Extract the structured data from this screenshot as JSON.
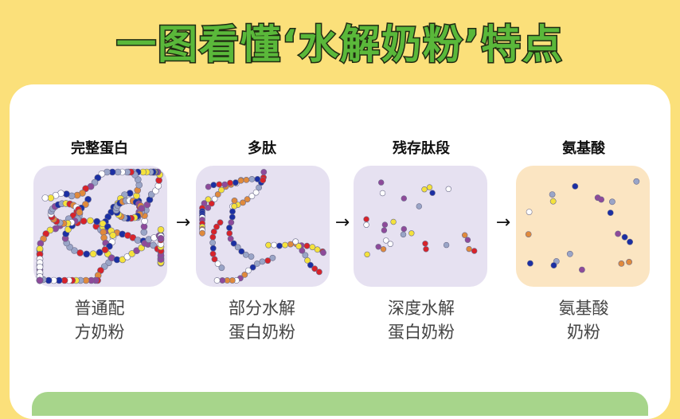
{
  "title": "一图看懂‘水解奶粉’特点",
  "stages": [
    {
      "label": "完整蛋白",
      "caption_line1": "普通配",
      "caption_line2": "方奶粉"
    },
    {
      "label": "多肽",
      "caption_line1": "部分水解",
      "caption_line2": "蛋白奶粉"
    },
    {
      "label": "残存肽段",
      "caption_line1": "深度水解",
      "caption_line2": "蛋白奶粉"
    },
    {
      "label": "氨基酸",
      "caption_line1": "氨基酸",
      "caption_line2": "奶粉"
    }
  ],
  "arrow_glyph": "→",
  "colors": {
    "title_fill": "#5ab83a",
    "background": "#fbe07a",
    "bead_colors": [
      "#1b2fa3",
      "#d8232a",
      "#f4e23c",
      "#9aa5c7",
      "#ffffff",
      "#e08a3c",
      "#8e4a9a"
    ]
  }
}
